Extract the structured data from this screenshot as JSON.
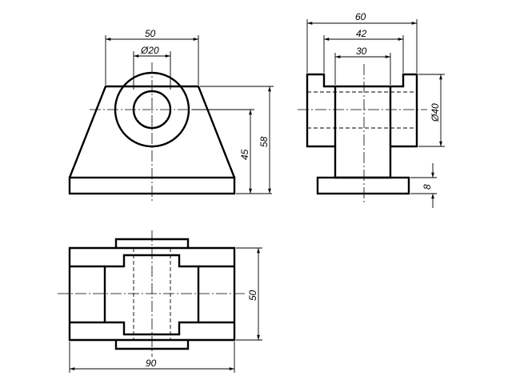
{
  "drawing": {
    "front_view": {
      "dim_width": "50",
      "dim_hole_diameter": "Ø20",
      "dim_center_height": "45",
      "dim_total_height": "58"
    },
    "side_view": {
      "dim_total_width": "60",
      "dim_inner_width": "42",
      "dim_neck_width": "30",
      "dim_boss_diameter": "Ø40",
      "dim_base_thickness": "8"
    },
    "top_view": {
      "dim_length": "90",
      "dim_depth": "50"
    }
  }
}
